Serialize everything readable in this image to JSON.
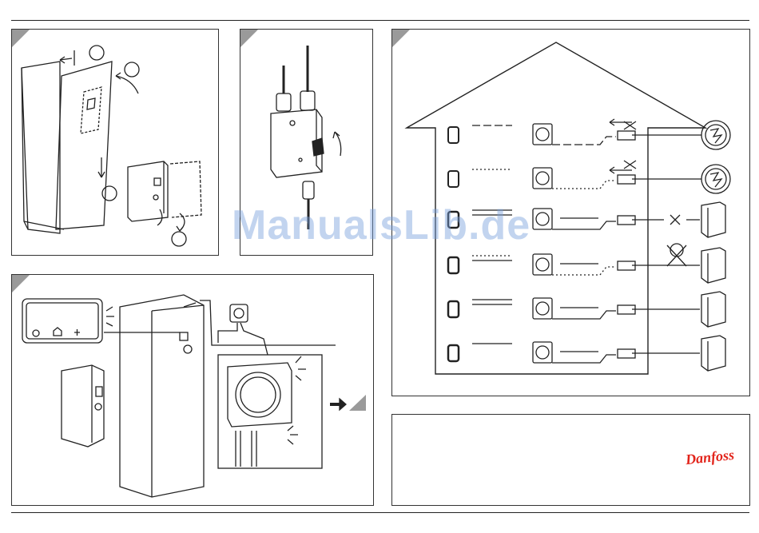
{
  "brand": {
    "logo_text": "Danfoss",
    "logo_color": "#e2231a"
  },
  "watermark": {
    "text": "ManualsLib.de"
  },
  "colors": {
    "line": "#222222",
    "corner": "#9a9a9a",
    "watermark": "#78a0dc"
  },
  "panels": {
    "panel1": {
      "description_icon": "heat-pump-front-panel-removal"
    },
    "panel2": {
      "description_icon": "cable-gland-connection"
    },
    "panel3": {
      "description_icon": "installed-unit-with-sensor"
    },
    "panel4": {
      "description_icon": "house-signal-status-chart"
    },
    "panel5": {
      "description_icon": "brand-footer"
    }
  }
}
